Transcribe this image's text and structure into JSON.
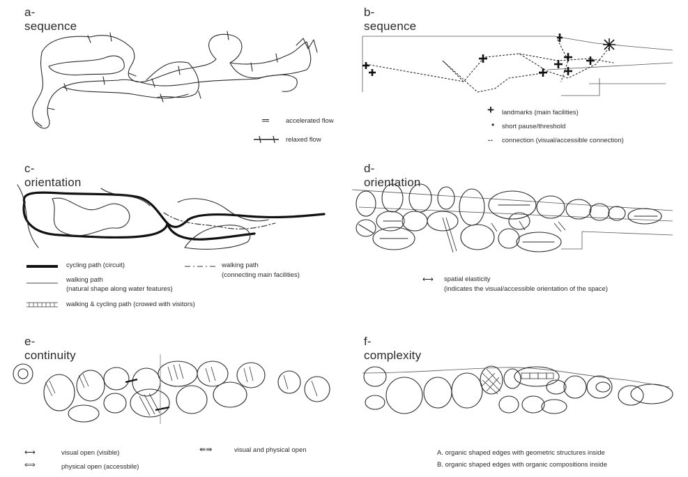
{
  "panels": {
    "a": {
      "title": "a-sequence",
      "legend": [
        "accelerated flow",
        "relaxed flow"
      ]
    },
    "b": {
      "title": "b-sequence",
      "legend": [
        "landmarks (main facilities)",
        "short pause/threshold",
        "connection (visual/accessible connection)"
      ]
    },
    "c": {
      "title": "c-orientation",
      "legend": {
        "cycling": "cycling path (circuit)",
        "walking_main": "walking path",
        "walking_main_sub": "(connecting main facilities)",
        "walking_natural": "walking path",
        "walking_natural_sub": "(natural shape along water features)",
        "walk_cycle": "walking & cycling path (crowed with visitors)"
      }
    },
    "d": {
      "title": "d-orientation",
      "legend": [
        "spatial elasticity",
        "(indicates the visual/accessible orientation of the space)"
      ]
    },
    "e": {
      "title": "e-continuity",
      "legend": [
        "visual open (visible)",
        "visual and physical open",
        "physical open (accessbile)"
      ]
    },
    "f": {
      "title": "f-complexity",
      "legend": [
        "A. organic shaped edges with geometric structures inside",
        "B. organic shaped edges with organic compositions inside"
      ]
    }
  }
}
